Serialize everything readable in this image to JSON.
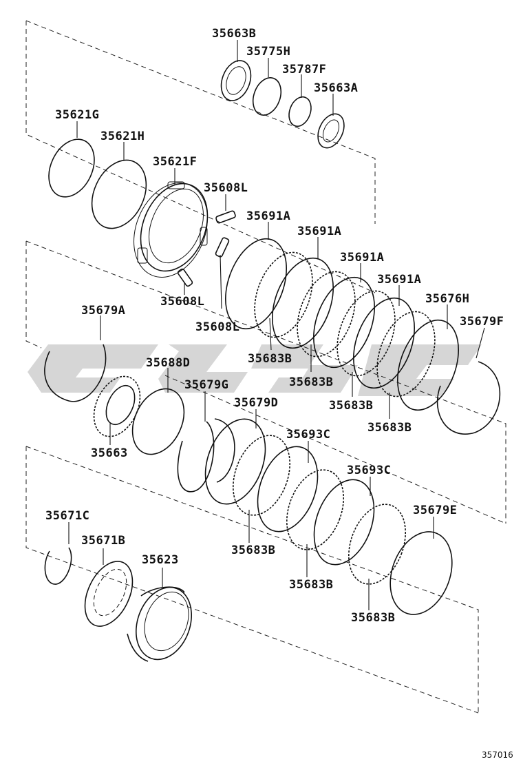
{
  "diagram": {
    "reference_code": "357016",
    "watermark_text": "u&p",
    "watermark_color": "#c8c8c8",
    "line_color": "#111111",
    "parts": [
      {
        "id": "p1",
        "label": "35663B"
      },
      {
        "id": "p2",
        "label": "35775H"
      },
      {
        "id": "p3",
        "label": "35787F"
      },
      {
        "id": "p4",
        "label": "35663A"
      },
      {
        "id": "p5",
        "label": "35621G"
      },
      {
        "id": "p6",
        "label": "35621H"
      },
      {
        "id": "p7",
        "label": "35621F"
      },
      {
        "id": "p8",
        "label": "35608L"
      },
      {
        "id": "p9",
        "label": "35691A"
      },
      {
        "id": "p10",
        "label": "35691A"
      },
      {
        "id": "p11",
        "label": "35691A"
      },
      {
        "id": "p12",
        "label": "35691A"
      },
      {
        "id": "p13",
        "label": "35676H"
      },
      {
        "id": "p14",
        "label": "35679F"
      },
      {
        "id": "p15",
        "label": "35608L"
      },
      {
        "id": "p16",
        "label": "35608L"
      },
      {
        "id": "p17",
        "label": "35679A"
      },
      {
        "id": "p18",
        "label": "35688D"
      },
      {
        "id": "p19",
        "label": "35683B"
      },
      {
        "id": "p20",
        "label": "35683B"
      },
      {
        "id": "p21",
        "label": "35683B"
      },
      {
        "id": "p22",
        "label": "35683B"
      },
      {
        "id": "p23",
        "label": "35679G"
      },
      {
        "id": "p24",
        "label": "35679D"
      },
      {
        "id": "p25",
        "label": "35663"
      },
      {
        "id": "p26",
        "label": "35693C"
      },
      {
        "id": "p27",
        "label": "35693C"
      },
      {
        "id": "p28",
        "label": "35679E"
      },
      {
        "id": "p29",
        "label": "35671C"
      },
      {
        "id": "p30",
        "label": "35671B"
      },
      {
        "id": "p31",
        "label": "35623"
      },
      {
        "id": "p32",
        "label": "35683B"
      },
      {
        "id": "p33",
        "label": "35683B"
      },
      {
        "id": "p34",
        "label": "35683B"
      }
    ]
  }
}
